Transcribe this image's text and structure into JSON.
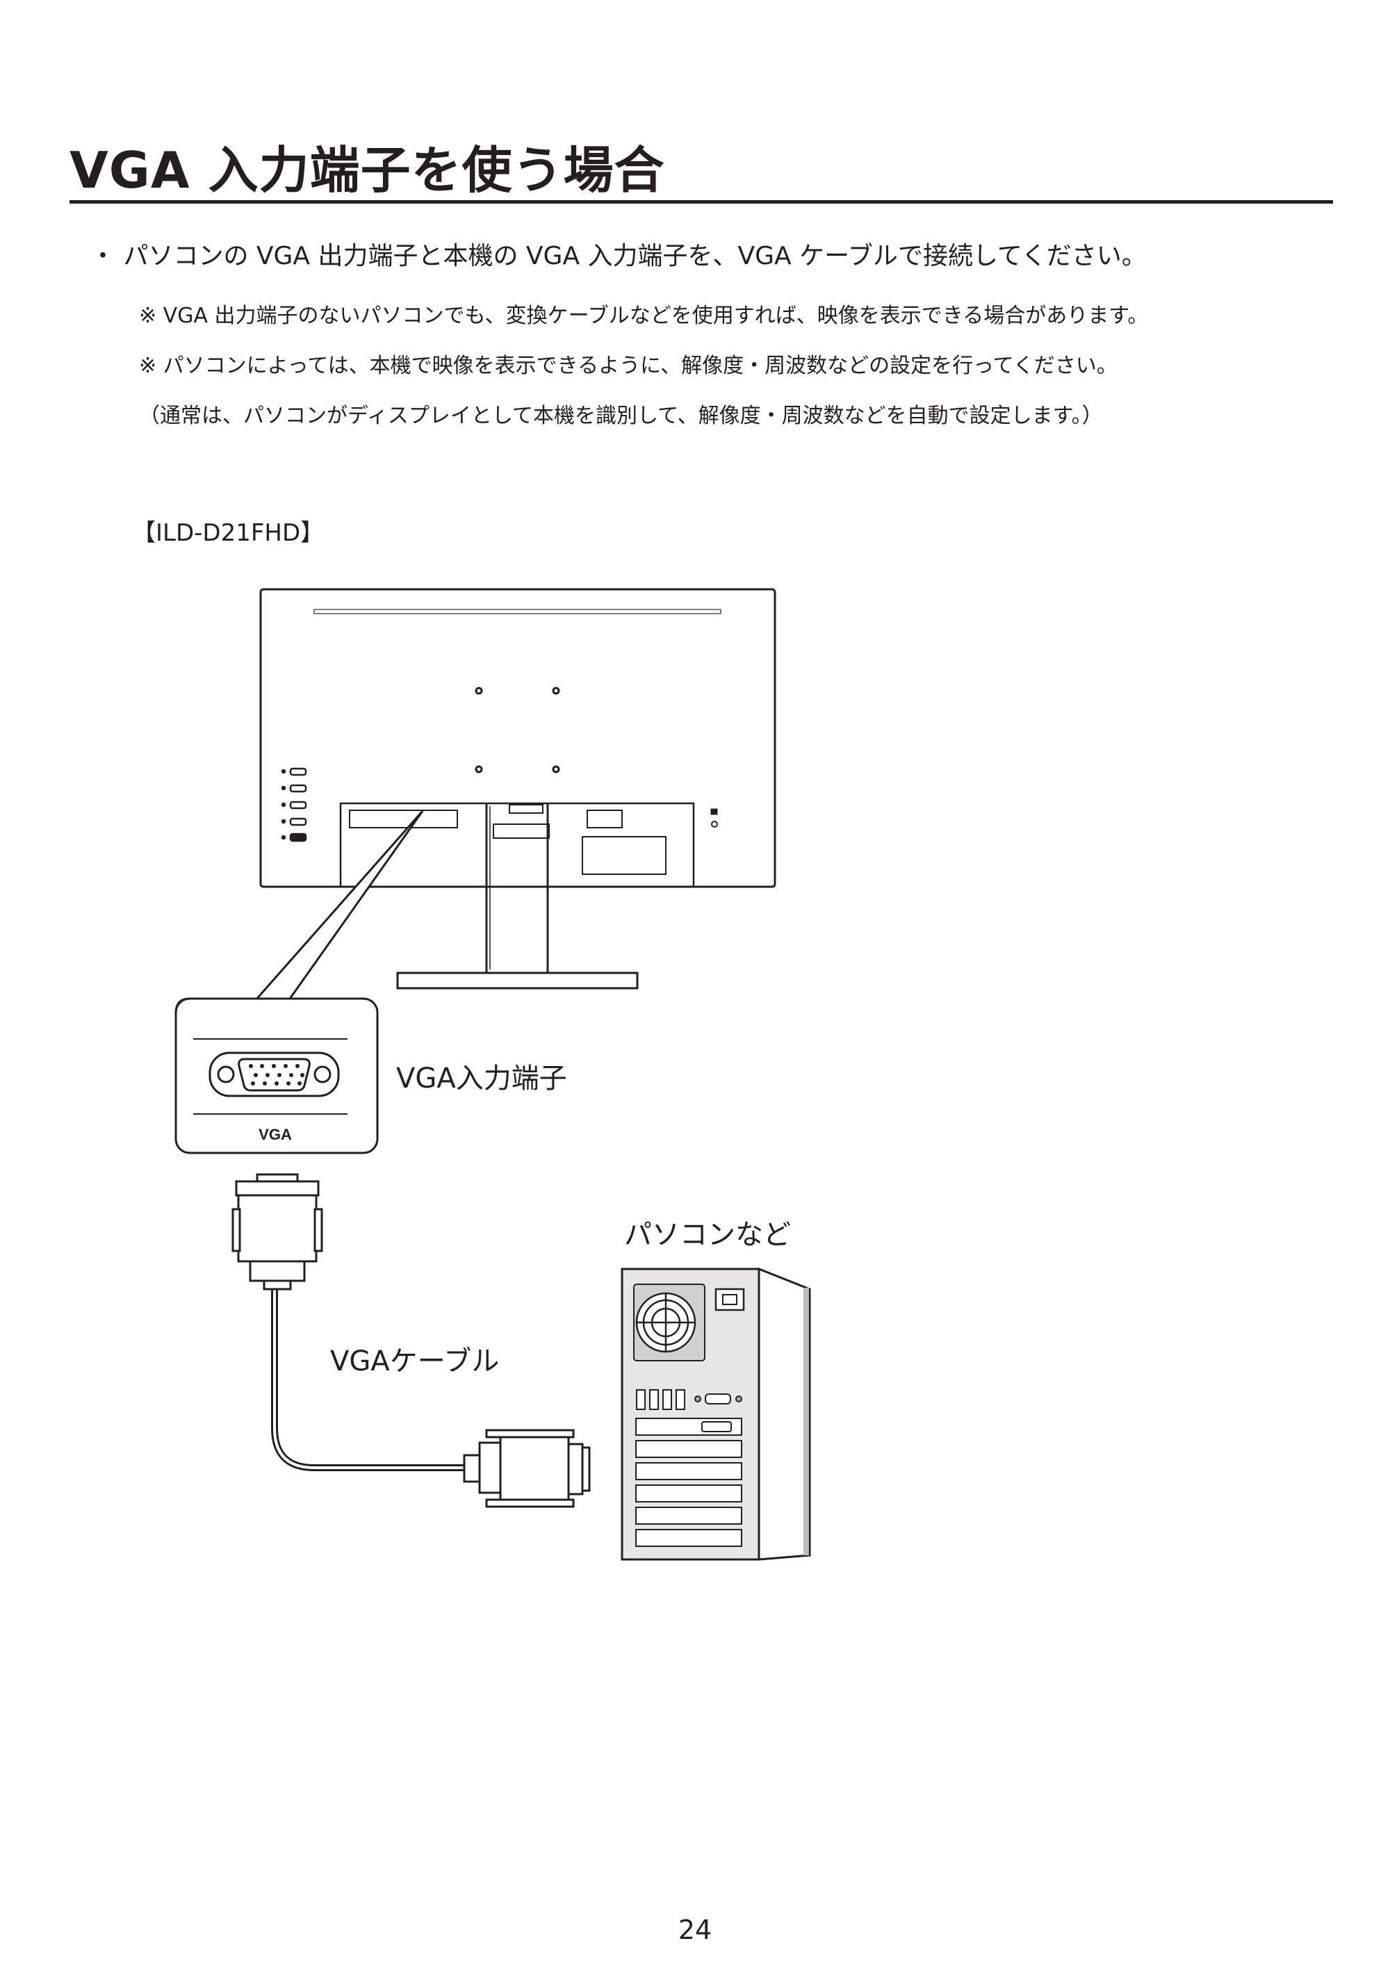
{
  "title": "VGA 入力端子を使う場合",
  "intro": "・ パソコンの VGA 出力端子と本機の VGA 入力端子を、VGA ケーブルで接続してください。",
  "notes": [
    "※ VGA 出力端子のないパソコンでも、変換ケーブルなどを使用すれば、映像を表示できる場合があります。",
    "※ パソコンによっては、本機で映像を表示できるように、解像度・周波数などの設定を行ってください。",
    "（通常は、パソコンがディスプレイとして本機を識別して、解像度・周波数などを自動で設定します。）"
  ],
  "model": "【ILD-D21FHD】",
  "diagram": {
    "vga_input_label": "VGA入力端子",
    "port_label": "VGA",
    "pc_label": "パソコンなど",
    "cable_label": "VGAケーブル"
  },
  "page_number": "24"
}
